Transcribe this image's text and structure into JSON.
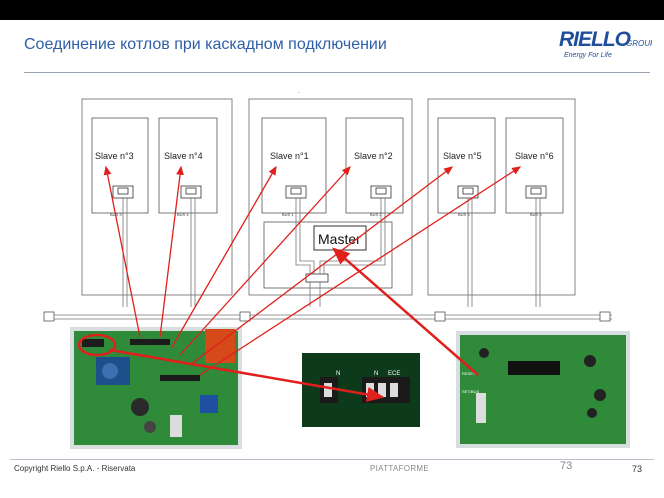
{
  "header": {
    "title": "Соединение котлов при каскадном подключении"
  },
  "logo": {
    "brand": "RIELLO",
    "group": "GROUP",
    "tagline": "Energy For Life"
  },
  "diagram": {
    "slaves": [
      {
        "label": "Slave n°3",
        "bus": "BUS 3"
      },
      {
        "label": "Slave n°4",
        "bus": "BUS 4"
      },
      {
        "label": "Slave n°1",
        "bus": "BUS 1"
      },
      {
        "label": "Slave n°2",
        "bus": "BUS 2"
      },
      {
        "label": "Slave n°5",
        "bus": "BUS 5"
      },
      {
        "label": "Slave n°6",
        "bus": "BUS 6"
      }
    ],
    "master_label": "Master",
    "photo_labels": {
      "switch_n_left": "N",
      "switch_n_right": "N",
      "switch_ece": "ECE",
      "reset": "RESET",
      "set_bus": "SET/BUS"
    },
    "colors": {
      "arrow": "#e0201c",
      "highlight": "#e0201c",
      "board": "#2e7d32",
      "accent": "#2f5fa8"
    }
  },
  "footer": {
    "copyright": "Copyright  Riello S.p.A. - Riservata",
    "platform": "PIATTAFORME",
    "page_center": "73",
    "page_right": "73"
  }
}
